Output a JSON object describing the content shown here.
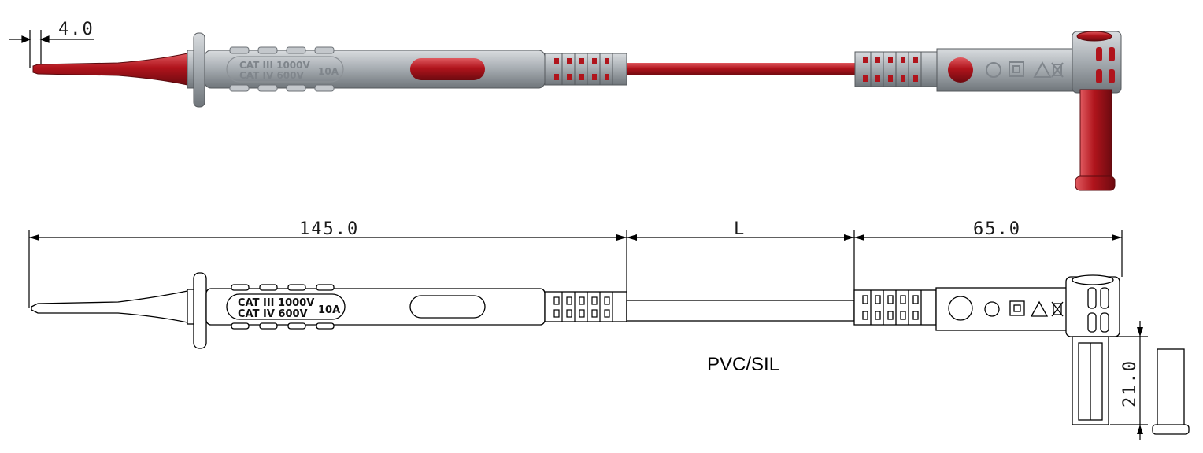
{
  "colors": {
    "plastic": "#a9aeb3",
    "plastic_dark": "#7c8287",
    "plastic_light": "#d4d7da",
    "red": "#b0141c",
    "red_dark": "#7a0c12",
    "red_light": "#d8474d",
    "line": "#000000"
  },
  "top_view": {
    "tip_dimension": "4.0",
    "marking_line1": "CAT III 1000V",
    "marking_line2": "CAT IV 600V",
    "rating": "10A",
    "icons": [
      "ce-mark-icon",
      "double-insulation-icon",
      "warning-triangle-icon",
      "weee-bin-icon"
    ]
  },
  "side_view": {
    "dim_probe": "145.0",
    "dim_cable": "L",
    "dim_plug": "65.0",
    "dim_socket": "21.0",
    "marking_line1": "CAT III 1000V",
    "marking_line2": "CAT IV 600V",
    "rating": "10A",
    "cable_material": "PVC/SIL"
  }
}
